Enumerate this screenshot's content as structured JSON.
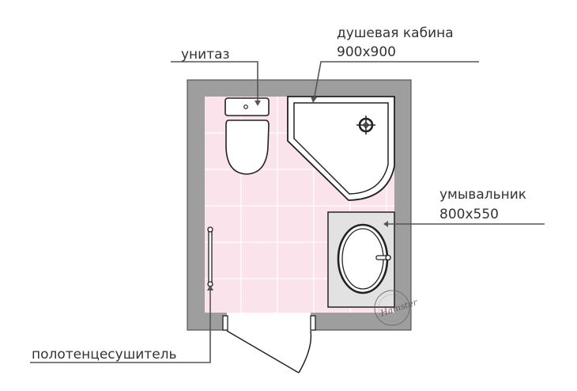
{
  "labels": {
    "toilet": "унитаз",
    "shower_name": "душевая кабина",
    "shower_size": "900x900",
    "sink_name": "умывальник",
    "sink_size": "800x550",
    "towel_dryer": "полотенцесушитель"
  },
  "logo_text": "Hamster",
  "colors": {
    "wall": "#9e9e9e",
    "floor": "#fbe3ec",
    "tile_grid": "#ffffff",
    "fixture_fill": "#ffffff",
    "outline": "#222222",
    "sink_cabinet": "#e2e2e2",
    "leader": "#555555"
  }
}
